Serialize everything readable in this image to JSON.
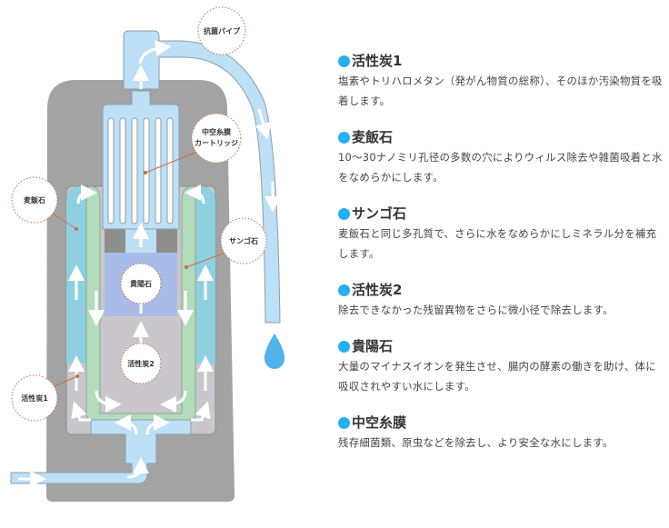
{
  "diagram": {
    "labels": {
      "antibacterial_pipe": "抗菌パイプ",
      "hollow_fiber_cartridge_line1": "中空糸膜",
      "hollow_fiber_cartridge_line2": "カートリッジ",
      "bakuhanseki": "麦飯石",
      "sango": "サンゴ石",
      "kiyoseki": "貴陽石",
      "carbon2": "活性炭2",
      "carbon1": "活性炭1"
    },
    "colors": {
      "housing": "#a3a3a3",
      "water": "#bde0f6",
      "bakuhanseki_layer": "#8fd0e0",
      "sango_layer": "#b3dcbc",
      "kiyoseki_layer": "#a9bce8",
      "carbon_layer": "#c9c7cb",
      "callout_border": "#c0704a",
      "drop": "#52b2ea"
    }
  },
  "legend": {
    "items": [
      {
        "title": "活性炭1",
        "desc": "塩素やトリハロメタン（発がん物質の総称）、そのほか汚染物質を吸着します。"
      },
      {
        "title": "麦飯石",
        "desc": "10～30ナノミリ孔径の多数の穴によりウィルス除去や雑菌吸着と水をなめらかにします。"
      },
      {
        "title": "サンゴ石",
        "desc": "麦飯石と同じ多孔質で、さらに水をなめらかにしミネラル分を補充します。"
      },
      {
        "title": "活性炭2",
        "desc": "除去できなかった残留異物をさらに微小径で除去します。"
      },
      {
        "title": "貴陽石",
        "desc": "大量のマイナスイオンを発生させ、腸内の酵素の働きを助け、体に吸収されやすい水にします。"
      },
      {
        "title": "中空糸膜",
        "desc": "残存細菌類、原虫などを除去し、より安全な水にします。"
      }
    ],
    "bullet_color": "#2aaef0"
  }
}
